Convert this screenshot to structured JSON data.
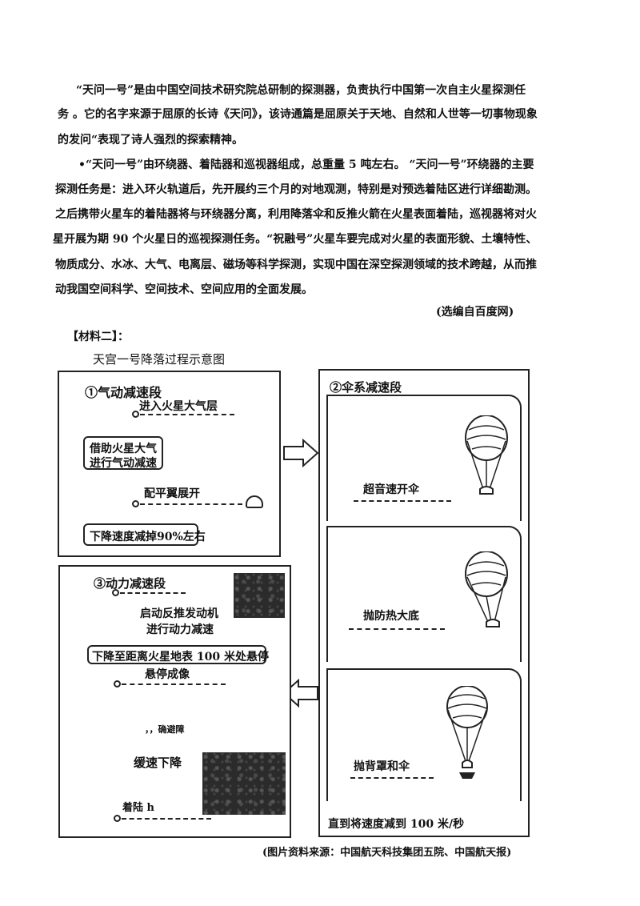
{
  "article": {
    "lines": [
      "“天问一号”是由中国空间技术研究院总研制的探测器，负责执行中国第一次自主火星探测任",
      "务 。它的名字来源于屈原的长诗《天问》，该诗通篇是屈原关于天地、自然和人世等一切事物现象",
      "的发问“表现了诗人强烈的探索精神。",
      "•“天问一号”由环绕器、着陆器和巡视器组成，总重量 5 吨左右。 “天问一号”环绕器的主要",
      "探测任务是：进入环火轨道后，先开展约三个月的对地观测，特别是对预选着陆区进行详细勘测。",
      "之后携带火星车的着陆器将与环绕器分离，利用降落伞和反推火箭在火星表面着陆，巡视器将对火",
      " 星开展为期 90 个火星日的巡视探测任务。“祝融号”火星车要完成对火星的表面形貌、土壤特性、",
      "物质成分、水冰、大气、电离层、磁场等科学探测，实现中国在深空探测领域的技术跨越，从而推",
      "动我国空间科学、空间技术、空间应用的全面发展。"
    ],
    "source": "(选编自百度网)"
  },
  "material_label": "【材料二】：",
  "diagram": {
    "title": "天宫一号降落过程示意图",
    "stage1": {
      "title": "①气动减速段",
      "step1": "进入火星大气层",
      "box1_line1": "借助火星大气",
      "box1_line2": "进行气动减速",
      "step2": "配平翼展开",
      "box2": "下降速度减掉90%左右"
    },
    "stage2": {
      "title": "②伞系减速段",
      "panel1": "超音速开伞",
      "panel2": "抛防热大底",
      "panel3": "抛背罩和伞",
      "footer": "直到将速度减到 100 米/秒"
    },
    "stage3": {
      "title": "③动力减速段",
      "step1_line1": "启动反推发动机",
      "step1_line2": "进行动力减速",
      "box": "下降至距离火星地表 100 米处悬停",
      "step2": "悬停成像",
      "step3": "，，确避障",
      "step4": "缓速下降",
      "step5": "着陆 h"
    },
    "caption": "(图片资料来源：中国航天科技集团五院、中国航天报)"
  }
}
